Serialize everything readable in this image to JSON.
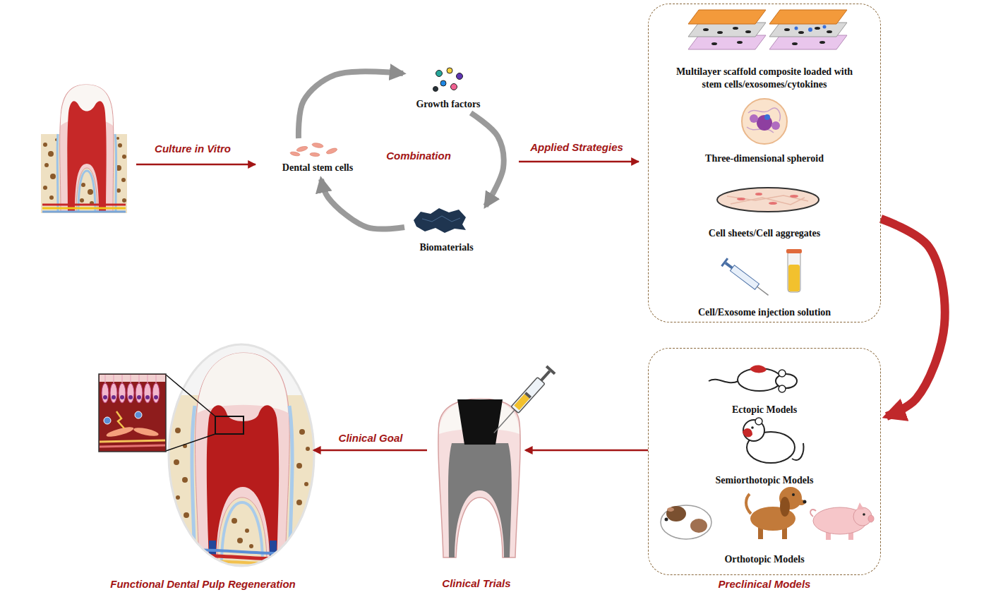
{
  "diagram": {
    "nodes": [
      {
        "text": [
          "Dental stem cells"
        ]
      },
      {
        "text": [
          "Growth factors"
        ]
      },
      {
        "text": [
          "Biomaterials"
        ]
      },
      {
        "text": [
          "Multilayer scaffold composite loaded with stem cells/exosomes/cytokines",
          "Three-dimensional spheroid",
          "Cell sheets/Cell aggregates",
          "Cell/Exosome injection solution"
        ]
      },
      {
        "text": [
          "Ectopic Models",
          "Semiorthotopic Models",
          "Orthotopic Models",
          "Preclinical Models"
        ]
      },
      {
        "text": [
          "Clinical Trials"
        ]
      },
      {
        "text": [
          "Functional Dental Pulp Regeneration"
        ]
      }
    ],
    "edges": [
      {
        "from": 0,
        "to": 1,
        "arrow": "to"
      },
      {
        "from": 1,
        "to": 2,
        "arrow": "to"
      },
      {
        "from": 2,
        "to": 0,
        "arrow": "to"
      },
      {
        "from": 3,
        "to": 4,
        "arrow": "to"
      },
      {
        "from": 4,
        "to": 5,
        "arrow": "to"
      },
      {
        "from": 5,
        "to": 6,
        "arrow": "to",
        "label": "Clinical Goal"
      }
    ],
    "labels": [
      "Culture in Vitro",
      "Combination",
      "Applied Strategies"
    ]
  }
}
